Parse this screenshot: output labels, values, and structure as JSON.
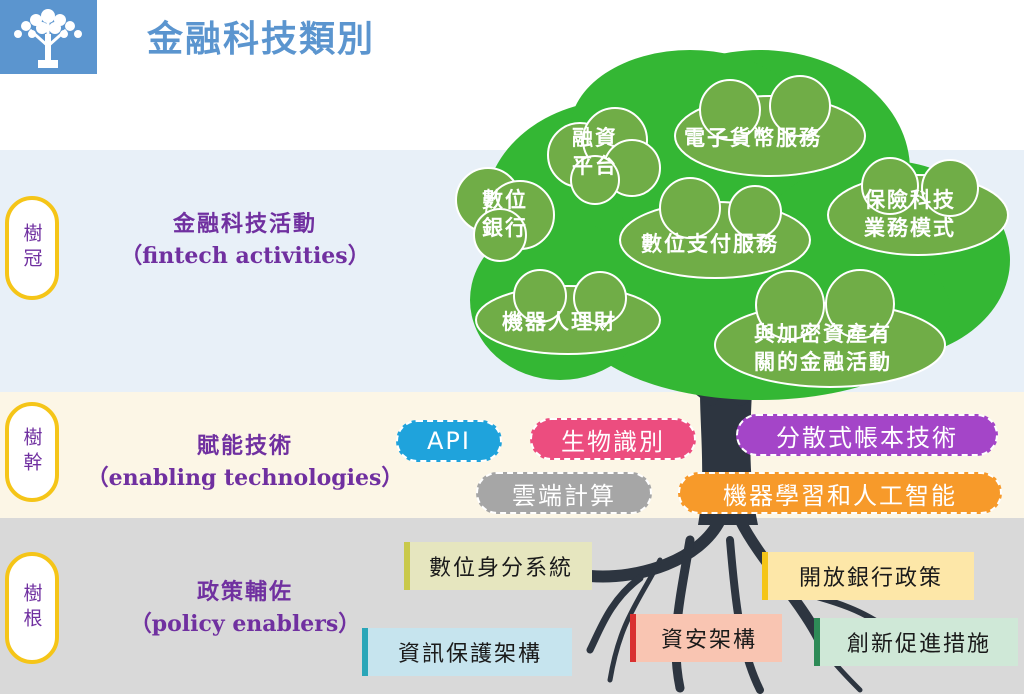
{
  "title": "金融科技類別",
  "layers": [
    {
      "badge": "樹冠",
      "name_cn": "金融科技活動",
      "name_en": "（fintech activities）"
    },
    {
      "badge": "樹幹",
      "name_cn": "賦能技術",
      "name_en": "（enabling technologies）"
    },
    {
      "badge": "樹根",
      "name_cn": "政策輔佐",
      "name_en": "（policy enablers）"
    }
  ],
  "activities": [
    {
      "line1": "融資",
      "line2": "平台"
    },
    {
      "line1": "電子貨幣服務",
      "line2": ""
    },
    {
      "line1": "數位",
      "line2": "銀行"
    },
    {
      "line1": "數位支付服務",
      "line2": ""
    },
    {
      "line1": "保險科技",
      "line2": "業務模式"
    },
    {
      "line1": "機器人理財",
      "line2": ""
    },
    {
      "line1": "與加密資產有",
      "line2": "關的金融活動"
    }
  ],
  "technologies": [
    {
      "label": "API",
      "color": "#1fa3dc"
    },
    {
      "label": "生物識別",
      "color": "#ec4d7f"
    },
    {
      "label": "分散式帳本技術",
      "color": "#a445c8"
    },
    {
      "label": "雲端計算",
      "color": "#a6a6a6"
    },
    {
      "label": "機器學習和人工智能",
      "color": "#f79a2a"
    }
  ],
  "policies": [
    {
      "label": "數位身分系統",
      "color": "#e6e6bf",
      "accent": "#c9c94a"
    },
    {
      "label": "開放銀行政策",
      "color": "#fde7a8",
      "accent": "#f5c518"
    },
    {
      "label": "資訊保護架構",
      "color": "#c6e4ee",
      "accent": "#2aa6b8"
    },
    {
      "label": "資安架構",
      "color": "#f9c5b2",
      "accent": "#d9302f"
    },
    {
      "label": "創新促進措施",
      "color": "#cfe8d7",
      "accent": "#2e8b57"
    }
  ],
  "colors": {
    "canopy": "#34b734",
    "cloud": "#70ad47",
    "trunk": "#2d3540",
    "title": "#5b95cf",
    "accent_text": "#7030a0"
  }
}
